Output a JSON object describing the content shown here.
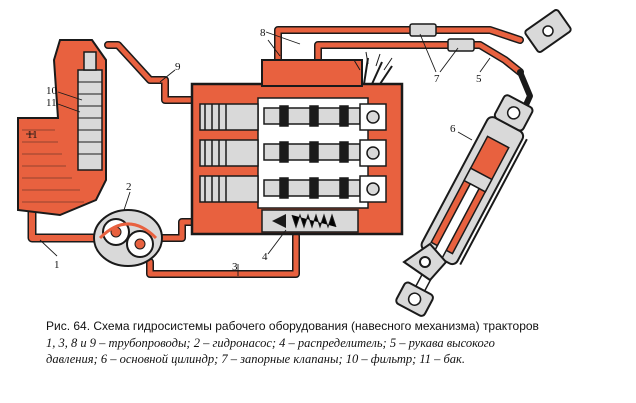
{
  "figure": {
    "callouts": [
      "1",
      "2",
      "3",
      "4",
      "5",
      "6",
      "7",
      "8",
      "9",
      "10",
      "11"
    ],
    "colors": {
      "fluid": "#e8613f",
      "ink": "#1a1a1a",
      "metal": "#d9d9d9",
      "paper": "#ffffff"
    }
  },
  "caption": {
    "line1": "Рис. 64. Схема гидросистемы рабочего оборудования (навесного механизма) тракторов",
    "line2": "1, 3, 8 и 9 – трубопроводы; 2 – гидронасос; 4 – распределитель; 5 – рукава высокого",
    "line3": "давления; 6 – основной цилиндр; 7 – запорные клапаны; 10 – фильтр; 11 – бак."
  }
}
